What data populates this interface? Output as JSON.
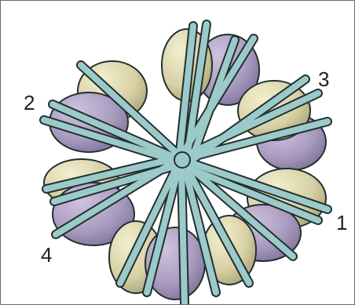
{
  "labels": {
    "one": "1",
    "two": "2",
    "three": "3",
    "four": "4"
  },
  "colors": {
    "tan": "#d8d1a6",
    "purple": "#a99bc0",
    "fiber": "#9ccaca",
    "outline": "#22302f",
    "frame": "#6b6b6b"
  }
}
